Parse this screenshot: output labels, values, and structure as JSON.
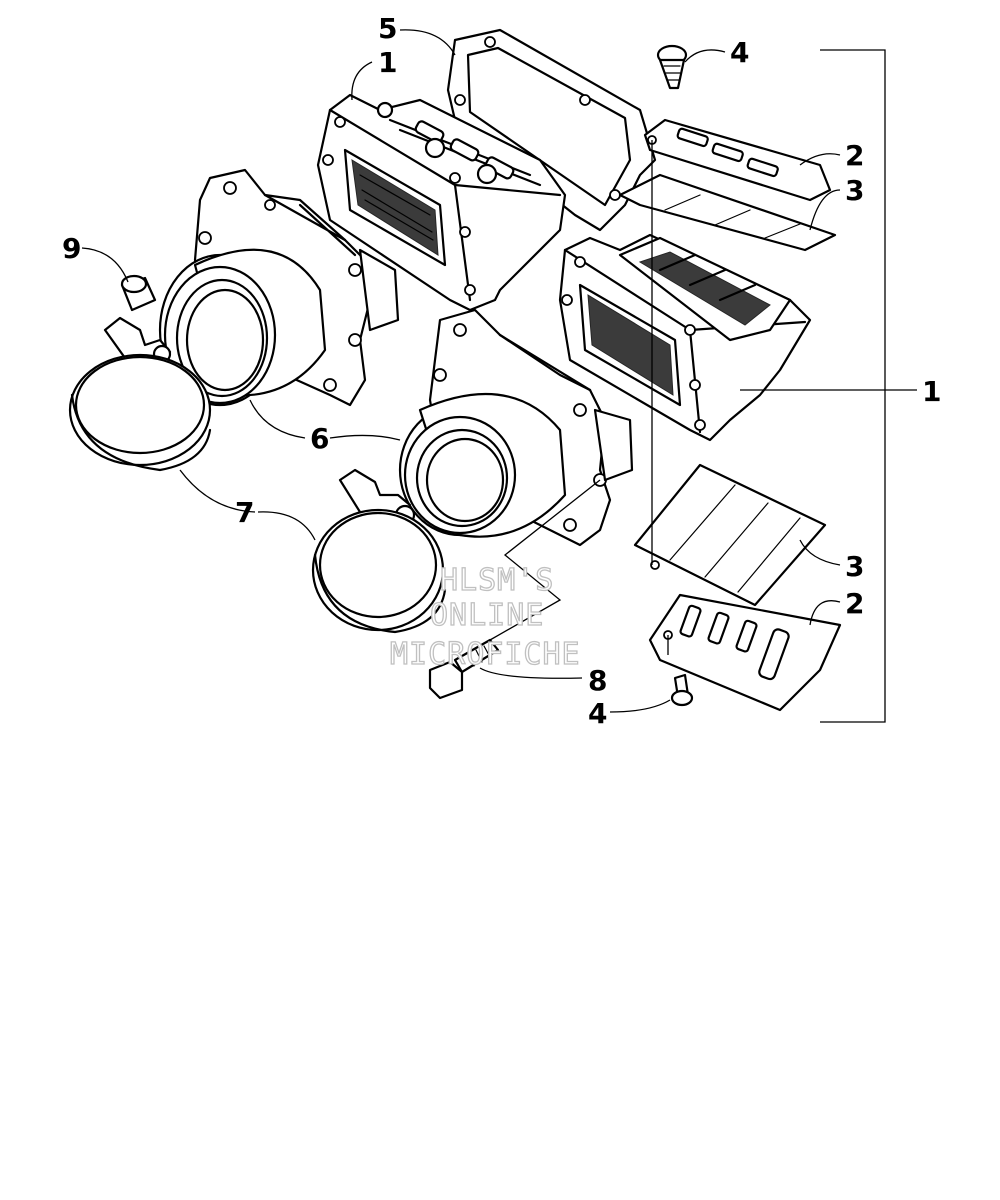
{
  "callouts": {
    "c1a": "1",
    "c1b": "1",
    "c2a": "2",
    "c2b": "2",
    "c3a": "3",
    "c3b": "3",
    "c4a": "4",
    "c4b": "4",
    "c5": "5",
    "c6": "6",
    "c7": "7",
    "c8": "8",
    "c9": "9"
  },
  "watermark": {
    "line1": "HLSM'S",
    "line2": "ONLINE",
    "line3": "MICROFICHE"
  }
}
